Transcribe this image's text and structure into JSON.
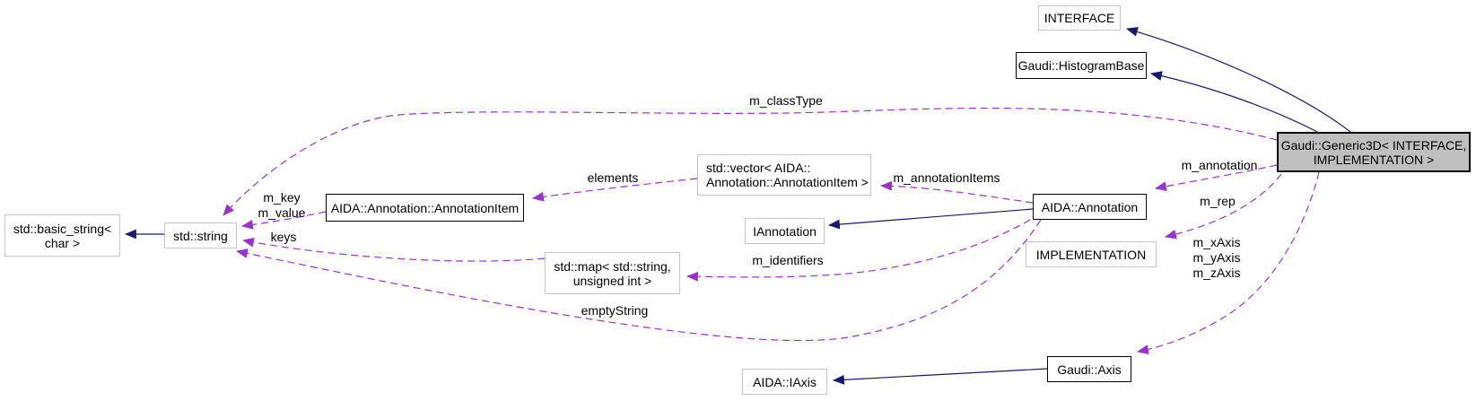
{
  "diagram": {
    "type": "collaboration-graph",
    "background": "#ffffff"
  },
  "colors": {
    "background": "#ffffff",
    "text": "#000000",
    "solid_edge": "#191970",
    "dashed_edge": "#9a32cd",
    "node_fill": "#ffffff",
    "node_fill_main": "#bfbfbf",
    "node_border_linked": "#000000",
    "node_border_plain": "#c4c4c4"
  },
  "nodes": {
    "interface": {
      "label": "INTERFACE"
    },
    "histogram_base": {
      "label": "Gaudi::HistogramBase"
    },
    "generic3d": {
      "label": [
        "Gaudi::Generic3D< INTERFACE,",
        "IMPLEMENTATION >"
      ]
    },
    "basic_string": {
      "label": [
        "std::basic_string<",
        "char >"
      ]
    },
    "std_string": {
      "label": "std::string"
    },
    "annotation_item": {
      "label": "AIDA::Annotation::AnnotationItem"
    },
    "vector_annotation_item": {
      "label": [
        "std::vector< AIDA::",
        "Annotation::AnnotationItem >"
      ]
    },
    "iannotation": {
      "label": "IAnnotation"
    },
    "annotation": {
      "label": "AIDA::Annotation"
    },
    "implementation": {
      "label": "IMPLEMENTATION"
    },
    "std_map": {
      "label": [
        "std::map< std::string,",
        "unsigned int >"
      ]
    },
    "iaxis": {
      "label": "AIDA::IAxis"
    },
    "gaudi_axis": {
      "label": "Gaudi::Axis"
    }
  },
  "edges": {
    "inheritance": [
      {
        "from": "Gaudi::Generic3D< INTERFACE, IMPLEMENTATION >",
        "to": "INTERFACE"
      },
      {
        "from": "Gaudi::Generic3D< INTERFACE, IMPLEMENTATION >",
        "to": "Gaudi::HistogramBase"
      },
      {
        "from": "std::string",
        "to": "std::basic_string< char >"
      },
      {
        "from": "AIDA::Annotation",
        "to": "IAnnotation"
      },
      {
        "from": "Gaudi::Axis",
        "to": "AIDA::IAxis"
      }
    ],
    "usage": [
      {
        "from": "Gaudi::Generic3D< INTERFACE, IMPLEMENTATION >",
        "to": "std::string",
        "label": "m_classType"
      },
      {
        "from": "AIDA::Annotation::AnnotationItem",
        "to": "std::string",
        "label": [
          "m_key",
          "m_value"
        ]
      },
      {
        "from": "std::map< std::string, unsigned int >",
        "to": "std::string",
        "label": "keys"
      },
      {
        "from": "AIDA::Annotation",
        "to": "std::string",
        "label": "emptyString"
      },
      {
        "from": "AIDA::Annotation",
        "to": "std::map< std::string, unsigned int >",
        "label": "m_identifiers"
      },
      {
        "from": "std::vector< AIDA::Annotation::AnnotationItem >",
        "to": "AIDA::Annotation::AnnotationItem",
        "label": "elements"
      },
      {
        "from": "AIDA::Annotation",
        "to": "std::vector< AIDA::Annotation::AnnotationItem >",
        "label": "m_annotationItems"
      },
      {
        "from": "Gaudi::Generic3D< INTERFACE, IMPLEMENTATION >",
        "to": "AIDA::Annotation",
        "label": "m_annotation"
      },
      {
        "from": "Gaudi::Generic3D< INTERFACE, IMPLEMENTATION >",
        "to": "IMPLEMENTATION",
        "label": "m_rep"
      },
      {
        "from": "Gaudi::Generic3D< INTERFACE, IMPLEMENTATION >",
        "to": "Gaudi::Axis",
        "label": [
          "m_xAxis",
          "m_yAxis",
          "m_zAxis"
        ]
      }
    ]
  }
}
